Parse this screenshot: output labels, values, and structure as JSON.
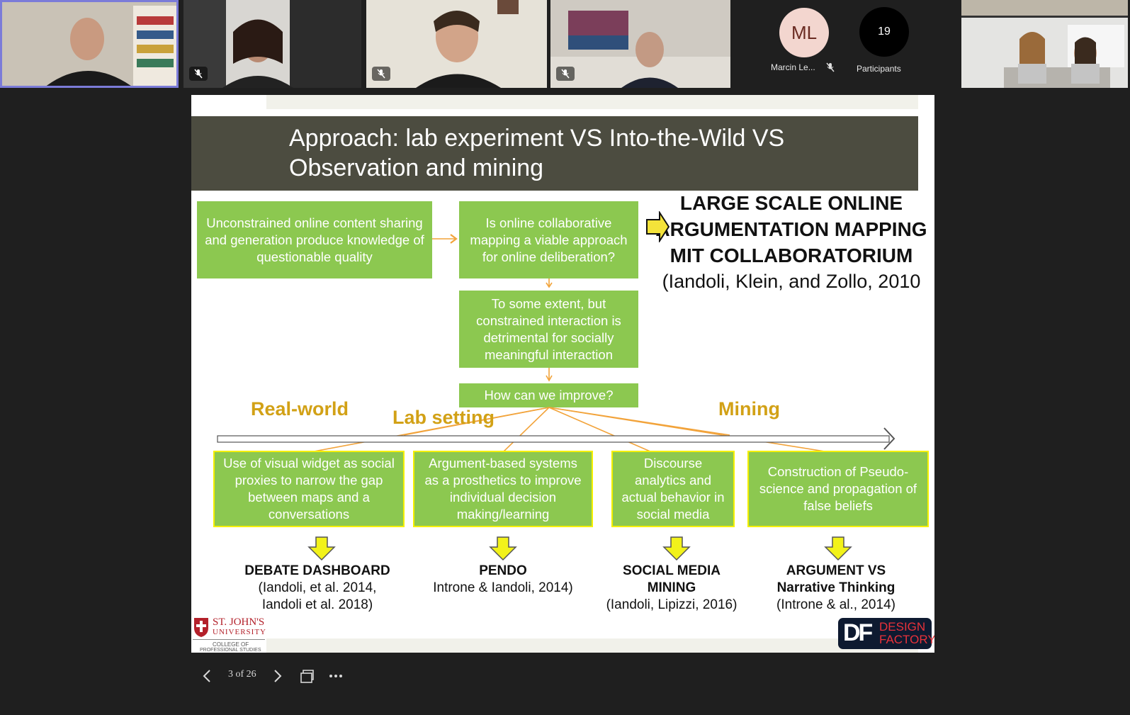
{
  "participants_bar": {
    "avatar_initials": "ML",
    "avatar_name": "Marcin Le...",
    "participants_count": "19",
    "participants_label": "Participants"
  },
  "slide": {
    "title_line1": "Approach: lab experiment VS Into-the-Wild VS",
    "title_line2": "Observation and mining",
    "box_top_left": "Unconstrained online content sharing and generation produce knowledge of questionable quality",
    "box_top_mid": "Is online collaborative mapping a viable approach for online deliberation?",
    "box_mid": "To some extent, but constrained interaction is detrimental for socially meaningful interaction",
    "box_improve": "How can we improve?",
    "right_heading_1": "LARGE SCALE ONLINE",
    "right_heading_2": "ARGUMENTATION MAPPING",
    "right_heading_3": "MIT COLLABORATORIUM",
    "right_citation": "(Iandoli, Klein, and Zollo, 2010",
    "label_real_world": "Real-world",
    "label_lab_setting": "Lab setting",
    "label_mining": "Mining",
    "bottom_boxes": [
      "Use of visual widget as social proxies to narrow the gap between maps and a conversations",
      "Argument-based systems as a prosthetics to improve individual decision making/learning",
      "Discourse analytics and actual behavior in social media",
      "Construction of Pseudo-science and propagation of false beliefs"
    ],
    "outcomes": [
      {
        "title": "DEBATE DASHBOARD",
        "l1": "(Iandoli, et al. 2014,",
        "l2": "Iandoli et al. 2018)"
      },
      {
        "title": "PENDO",
        "l1": "Introne & Iandoli, 2014)",
        "l2": ""
      },
      {
        "title": "SOCIAL MEDIA",
        "l1": "MINING",
        "l2": "(Iandoli, Lipizzi, 2016)"
      },
      {
        "title": "ARGUMENT VS",
        "l1": "Narrative Thinking",
        "l2": "(Introne & al., 2014)"
      }
    ],
    "logo_left_line1": "ST. JOHN'S",
    "logo_left_line2": "UNIVERSITY",
    "logo_left_line3": "COLLEGE OF",
    "logo_left_line4": "PROFESSIONAL STUDIES",
    "logo_right_mark": "DF",
    "logo_right_line1": "DESIGN",
    "logo_right_line2": "FACTORY"
  },
  "controls": {
    "page_indicator": "3 of 26"
  },
  "colors": {
    "green_box": "#8cc850",
    "amber_label": "#d2a116",
    "title_bar": "#4c4c40",
    "call_bg": "#1f1f1f"
  }
}
